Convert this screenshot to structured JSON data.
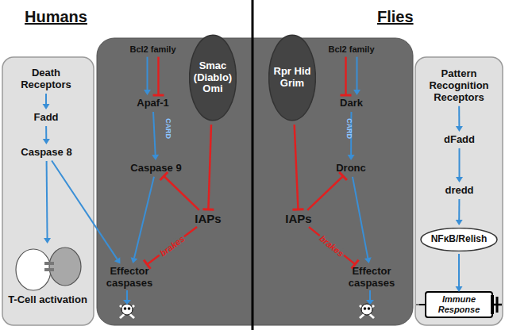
{
  "diagram": {
    "nodes": [
      {
        "text": [
          "Death Receptors"
        ]
      },
      {
        "text": [
          "Fadd"
        ]
      },
      {
        "text": [
          "Caspase 8"
        ]
      },
      {
        "text": [
          "T-Cell activation"
        ]
      },
      {
        "text": [
          "Bcl2 family"
        ]
      },
      {
        "text": [
          "Apaf-1"
        ]
      },
      {
        "text": [
          "Caspase 9"
        ]
      },
      {
        "text": [
          "Effector caspases"
        ]
      },
      {
        "text": [
          "Smac (Diablo) Omi"
        ]
      },
      {
        "text": [
          "IAPs"
        ]
      },
      {
        "text": [
          "Rpr Hid Grim"
        ]
      },
      {
        "text": [
          "IAPs"
        ]
      },
      {
        "text": [
          "Bcl2 family"
        ]
      },
      {
        "text": [
          "Dark"
        ]
      },
      {
        "text": [
          "Dronc"
        ]
      },
      {
        "text": [
          "Effector caspases"
        ]
      },
      {
        "text": [
          "Pattern Recognition Receptors"
        ]
      },
      {
        "text": [
          "dFadd"
        ]
      },
      {
        "text": [
          "dredd"
        ]
      },
      {
        "text": [
          "NFκB/Relish"
        ]
      },
      {
        "text": [
          "Immune Response"
        ]
      }
    ],
    "edges": [
      {
        "from": 0,
        "to": 1,
        "arrow": "to"
      },
      {
        "from": 1,
        "to": 2,
        "arrow": "to"
      },
      {
        "from": 2,
        "to": 3,
        "arrow": "to"
      },
      {
        "from": 2,
        "to": 7,
        "arrow": "to"
      },
      {
        "from": 4,
        "to": 5,
        "arrow": "to"
      },
      {
        "from": 4,
        "to": 5,
        "arrow": "to"
      },
      {
        "from": 5,
        "to": 6,
        "arrow": "to"
      },
      {
        "from": 6,
        "to": 7,
        "arrow": "to"
      },
      {
        "from": 8,
        "to": 9,
        "arrow": "to"
      },
      {
        "from": 9,
        "to": 6,
        "arrow": "to"
      },
      {
        "from": 9,
        "to": 7,
        "arrow": "to",
        "label": "brakes"
      },
      {
        "from": 10,
        "to": 11,
        "arrow": "to"
      },
      {
        "from": 11,
        "to": 14,
        "arrow": "to"
      },
      {
        "from": 11,
        "to": 15,
        "arrow": "to",
        "label": "brakes"
      },
      {
        "from": 12,
        "to": 13,
        "arrow": "to"
      },
      {
        "from": 12,
        "to": 13,
        "arrow": "to"
      },
      {
        "from": 13,
        "to": 14,
        "arrow": "to"
      },
      {
        "from": 14,
        "to": 15,
        "arrow": "to"
      },
      {
        "from": 16,
        "to": 17,
        "arrow": "to"
      },
      {
        "from": 17,
        "to": 18,
        "arrow": "to"
      },
      {
        "from": 18,
        "to": 19,
        "arrow": "to"
      },
      {
        "from": 19,
        "to": 20,
        "arrow": "to"
      }
    ],
    "labels": [
      "Humans",
      "Flies",
      "CARD",
      "CARD"
    ]
  }
}
